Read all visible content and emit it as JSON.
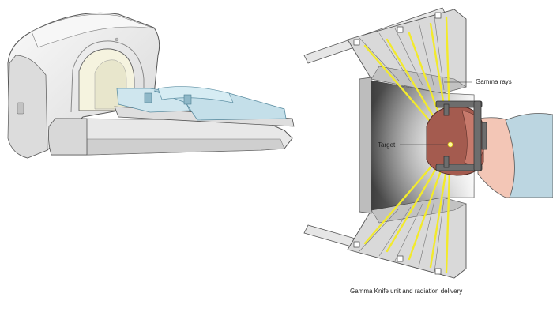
{
  "labels": {
    "gamma_rays": "Gamma rays",
    "target": "Target",
    "caption": "Gamma Knife unit and radiation delivery"
  },
  "colors": {
    "machine_body": "#eeeeee",
    "machine_shadow": "#c9c9c9",
    "outline": "#555555",
    "pad": "#c4dfe9",
    "pad_dark": "#8fb8c8",
    "beam": "#f2ea2c",
    "chamber_dark": "#4a4a4a",
    "head_skin": "#a45b4f",
    "body_skin": "#f3c6b6",
    "gown": "#bcd6e1",
    "frame": "#6d6d6d"
  },
  "icons": [
    "gamma-knife-machine",
    "collimator-helmet",
    "patient-head",
    "stereotactic-frame"
  ]
}
